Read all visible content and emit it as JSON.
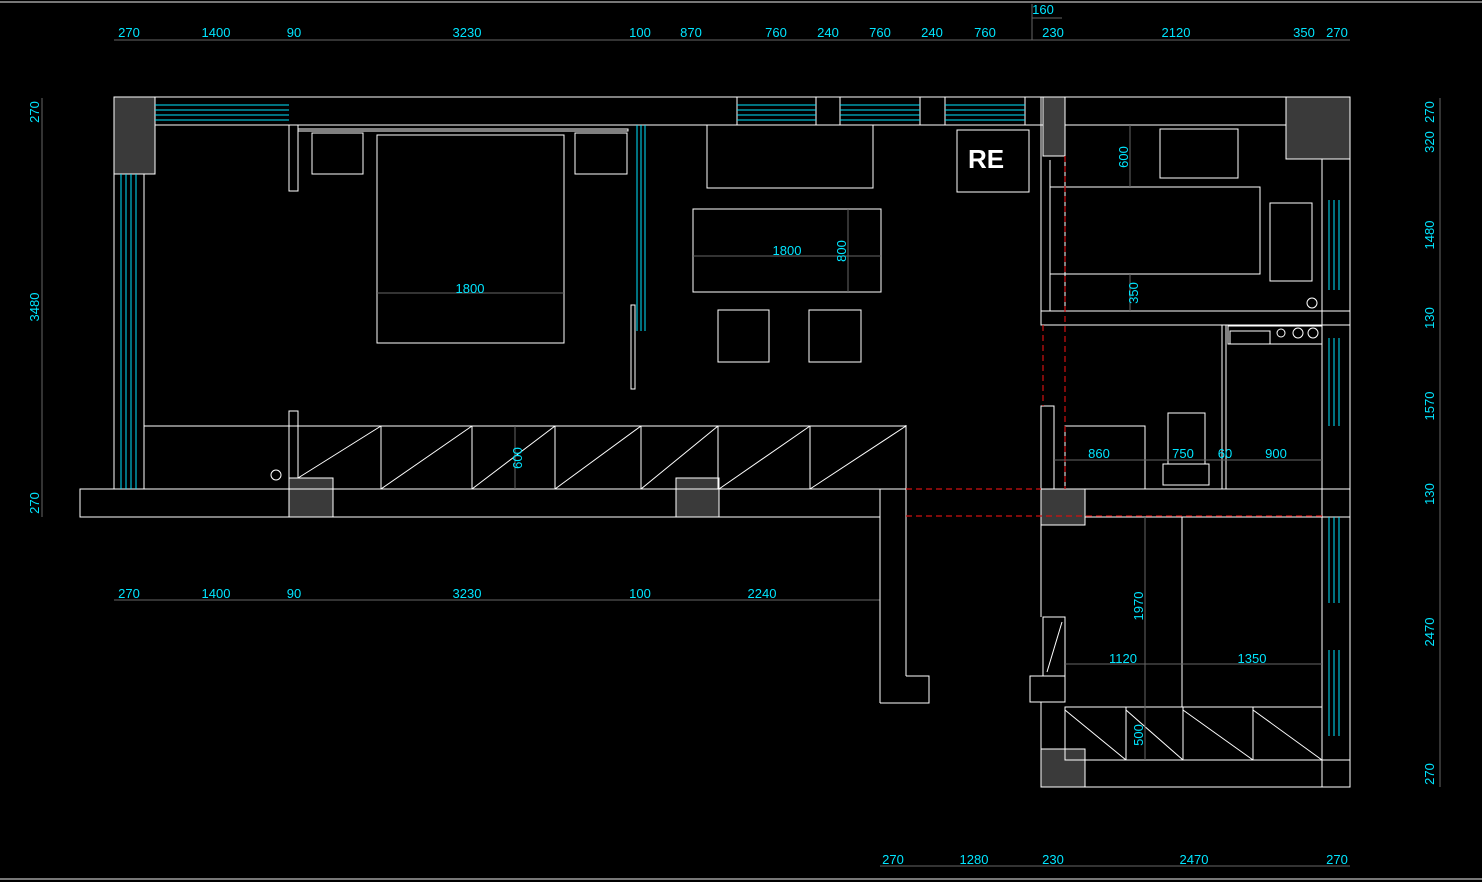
{
  "plan": {
    "tag": "RE",
    "top_dims": [
      "270",
      "1400",
      "90",
      "3230",
      "100",
      "870",
      "760",
      "240",
      "760",
      "240",
      "760",
      "230",
      "2120",
      "350",
      "270"
    ],
    "top_extra_dim": "160",
    "mid_dims": [
      "270",
      "1400",
      "90",
      "3230",
      "100",
      "2240"
    ],
    "bottom_dims": [
      "270",
      "1280",
      "230",
      "2470",
      "270"
    ],
    "left_dims": [
      "270",
      "3480",
      "270"
    ],
    "right_dims": [
      "270",
      "320",
      "1480",
      "130",
      "1570",
      "130",
      "2470",
      "270"
    ],
    "inner_dims": {
      "bed_width": "1800",
      "table_width": "1800",
      "table_depth": "800",
      "wardrobe_depth": "600",
      "bedroom2_d1": "600",
      "bedroom2_d2": "350",
      "bath_860": "860",
      "bath_750": "750",
      "bath_60": "60",
      "bath_900": "900",
      "room3_depth": "1970",
      "room3_w1": "1120",
      "room3_w2": "1350",
      "room3_cab": "500"
    }
  }
}
